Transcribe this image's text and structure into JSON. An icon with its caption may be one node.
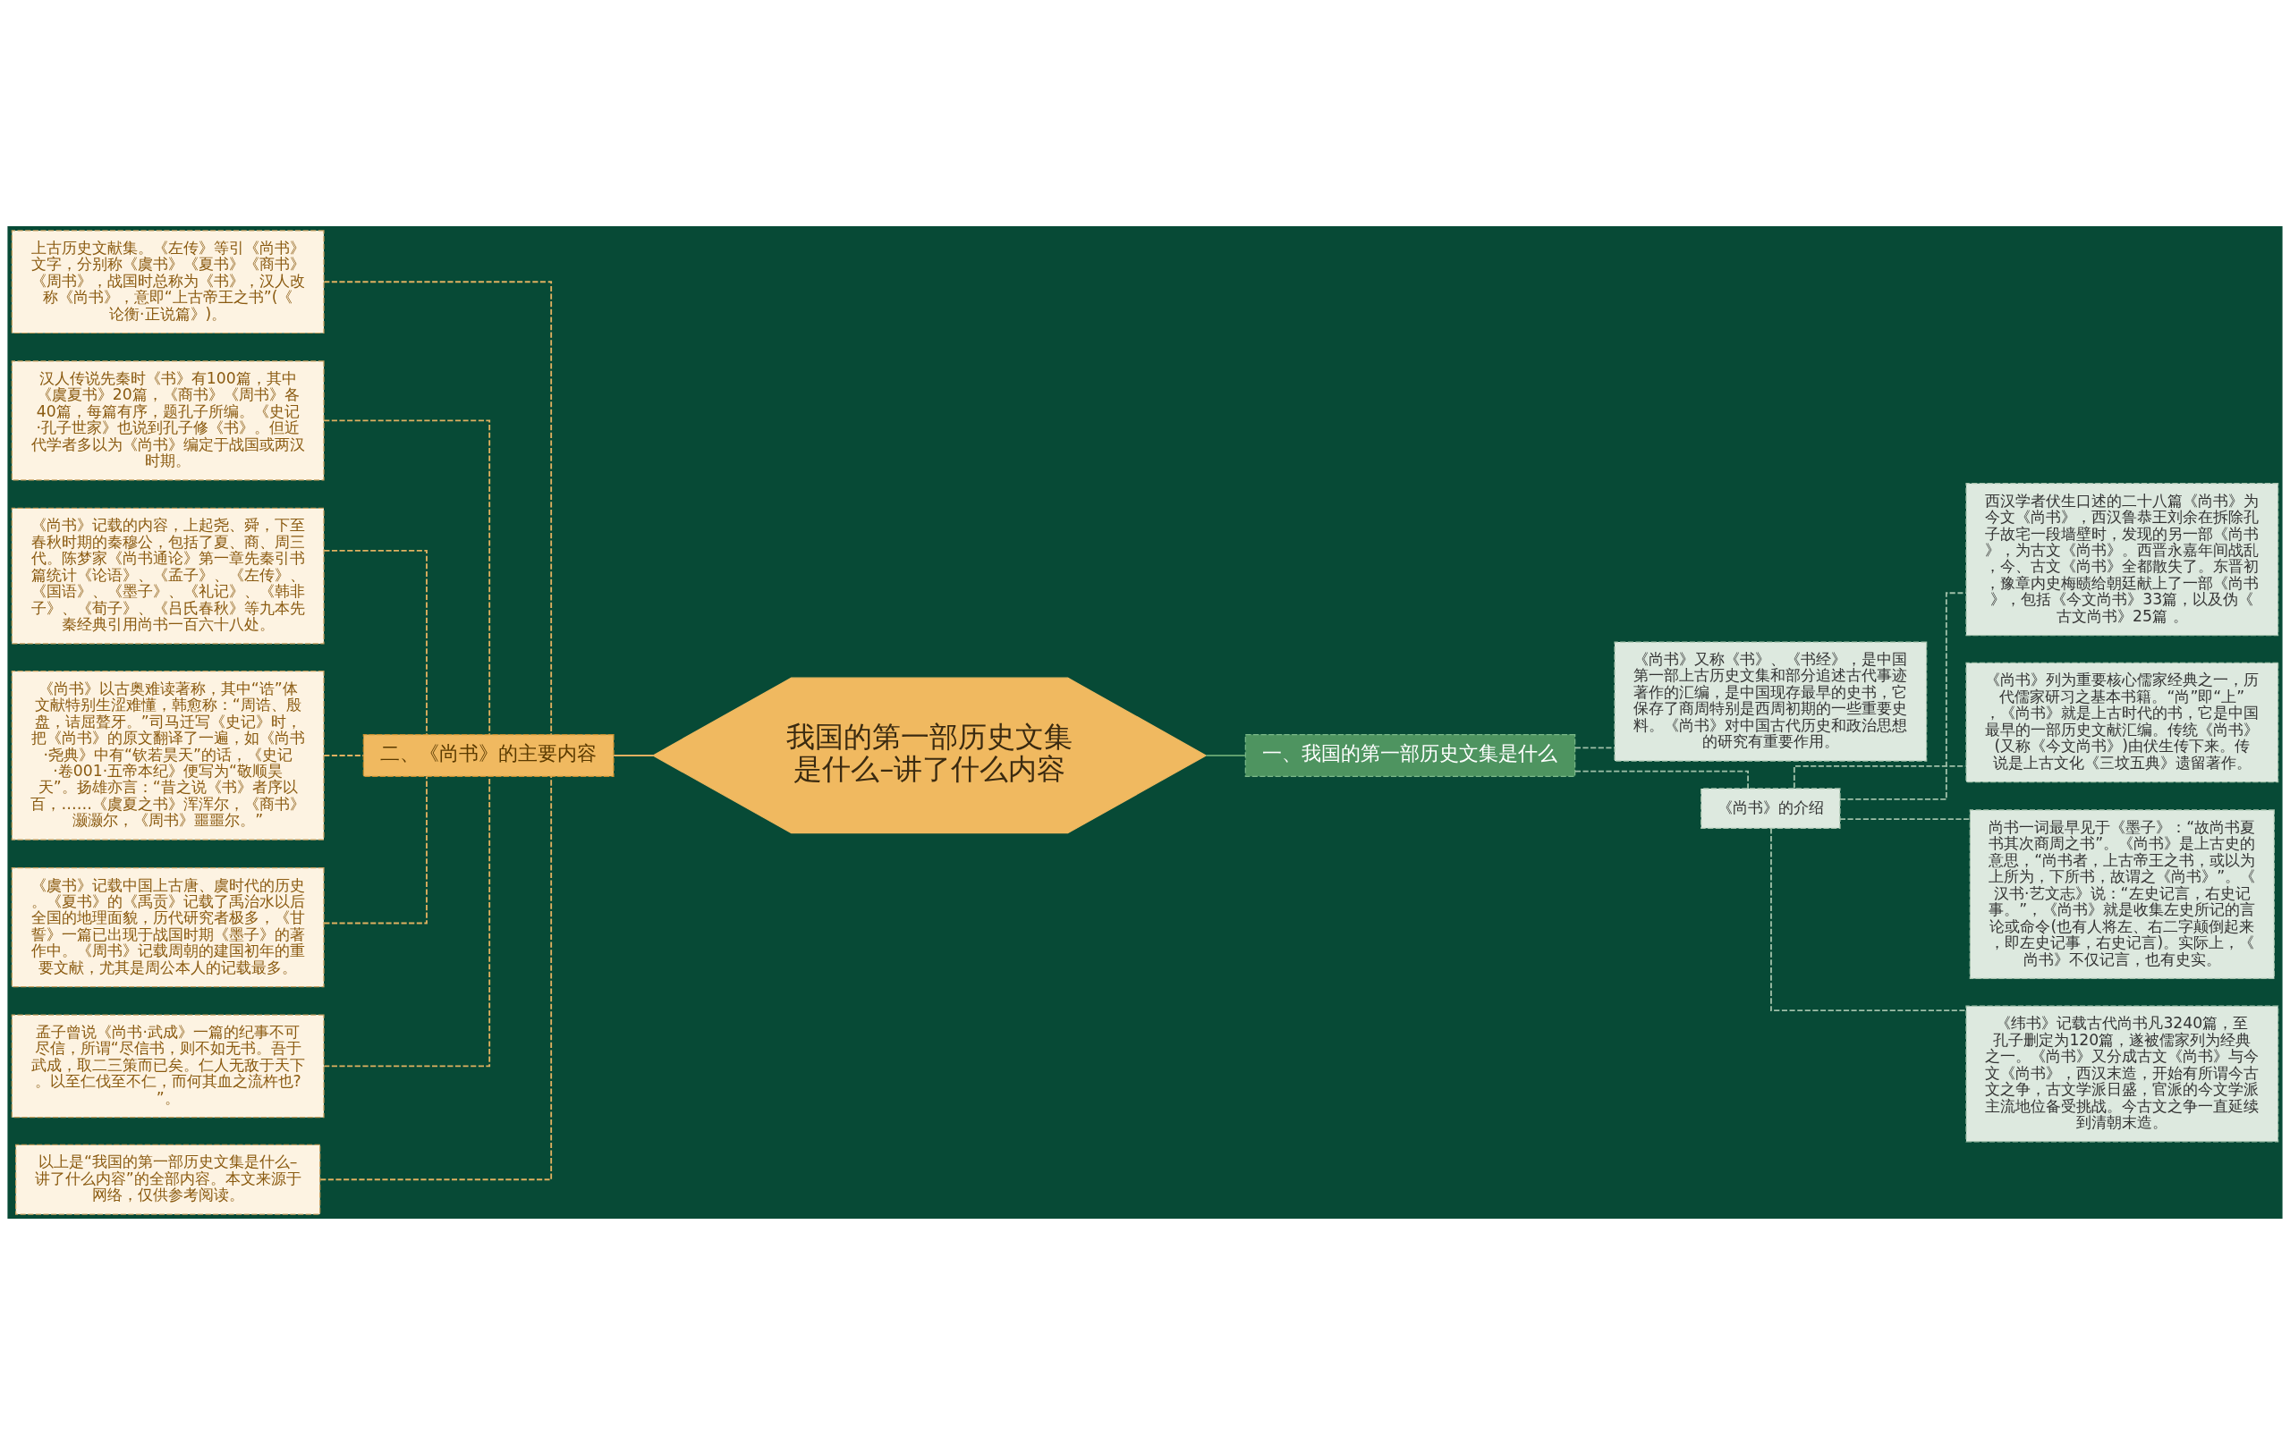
{
  "diagram": {
    "nodes": [
      {
        "text": [
          "我国的第一部历史文集是什么–讲了什么内容"
        ]
      },
      {
        "text": [
          "二、《尚书》的主要内容"
        ]
      },
      {
        "text": [
          "上古历史文献集。《左传》等引《尚书》文字，分别称《虞书》《夏书》《商书》《周书》，战国时总称为《书》，汉人改称《尚书》，意即“上古帝王之书”(《论衡·正说篇》)。"
        ]
      },
      {
        "text": [
          "汉人传说先秦时《书》有100篇，其中《虞夏书》20篇，《商书》《周书》各40篇，每篇有序，题孔子所编。《史记·孔子世家》也说到孔子修《书》。但近代学者多以为《尚书》编定于战国或两汉时期。"
        ]
      },
      {
        "text": [
          "《尚书》记载的内容，上起尧、舜，下至春秋时期的秦穆公，包括了夏、商、周三代。陈梦家《尚书通论》第一章先秦引书篇统计《论语》、《孟子》、《左传》、《国语》、《墨子》、《礼记》、《韩非子》、《荀子》、《吕氏春秋》等九本先秦经典引用尚书一百六十八处。"
        ]
      },
      {
        "text": [
          "《尚书》以古奥难读著称，其中“诰”体文献特别生涩难懂，韩愈称：“周诰、殷盘，诘屈聱牙。”司马迁写《史记》时，把《尚书》的原文翻译了一遍，如《尚书·尧典》中有“钦若昊天”的话，《史记·卷001·五帝本纪》便写为“敬顺昊天”。扬雄亦言：“昔之说《书》者序以百，……《虞夏之书》浑浑尔，《商书》灏灏尔，《周书》噩噩尔。”"
        ]
      },
      {
        "text": [
          "《虞书》记载中国上古唐、虞时代的历史。《夏书》的《禹贡》记载了禹治水以后全国的地理面貌，历代研究者极多，《甘誓》一篇已出现于战国时期《墨子》的著作中。《周书》记载周朝的建国初年的重要文献，尤其是周公本人的记载最多。"
        ]
      },
      {
        "text": [
          "孟子曾说《尚书·武成》一篇的纪事不可尽信，所谓“尽信书，则不如无书。吾于武成，取二三策而已矣。仁人无敌于天下。以至仁伐至不仁，而何其血之流杵也?”。"
        ]
      },
      {
        "text": [
          "以上是“我国的第一部历史文集是什么–讲了什么内容”的全部内容。本文来源于网络，仅供参考阅读。"
        ]
      },
      {
        "text": [
          "一、我国的第一部历史文集是什么"
        ]
      },
      {
        "text": [
          "《尚书》又称《书》、《书经》，是中国第一部上古历史文集和部分追述古代事迹著作的汇编，是中国现存最早的史书，它保存了商周特别是西周初期的一些重要史料。《尚书》对中国古代历史和政治思想的研究有重要作用。"
        ]
      },
      {
        "text": [
          "《尚书》的介绍"
        ]
      },
      {
        "text": [
          "西汉学者伏生口述的二十八篇《尚书》为今文《尚书》，西汉鲁恭王刘余在拆除孔子故宅一段墙壁时，发现的另一部《尚书》，为古文《尚书》。西晋永嘉年间战乱，今、古文《尚书》全都散失了。东晋初，豫章内史梅赜给朝廷献上了一部《尚书》，包括《今文尚书》33篇，以及伪《古文尚书》25篇 。"
        ]
      },
      {
        "text": [
          "《尚书》列为重要核心儒家经典之一，历代儒家研习之基本书籍。“尚”即“上”，《尚书》就是上古时代的书，它是中国最早的一部历史文献汇编。传统《尚书》(又称《今文尚书》)由伏生传下来。传说是上古文化《三坟五典》遗留著作。"
        ]
      },
      {
        "text": [
          "尚书一词最早见于《墨子》：“故尚书夏书其次商周之书”。《尚书》是上古史的意思，“尚书者，上古帝王之书，或以为上所为，下所书，故谓之《尚书》”。《汉书·艺文志》说：“左史记言，右史记事。”，《尚书》就是收集左史所记的言论或命令(也有人将左、右二字颠倒起来，即左史记事，右史记言)。实际上，《尚书》不仅记言，也有史实。"
        ]
      },
      {
        "text": [
          "《纬书》记载古代尚书凡3240篇，至孔子删定为120篇，遂被儒家列为经典之一。《尚书》又分成古文《尚书》与今文《尚书》，西汉末造，开始有所谓今古文之争，古文学派日盛，官派的今文学派主流地位备受挑战。今古文之争一直延续到清朝末造。"
        ]
      }
    ],
    "edges": [
      {
        "from": 0,
        "to": 1,
        "arrow": "none",
        "color": "#e0b060"
      },
      {
        "from": 1,
        "to": 2,
        "arrow": "none",
        "style": "dashed",
        "color": "#e0b060"
      },
      {
        "from": 1,
        "to": 3,
        "arrow": "none",
        "style": "dashed",
        "color": "#e0b060"
      },
      {
        "from": 1,
        "to": 4,
        "arrow": "none",
        "style": "dashed",
        "color": "#e0b060"
      },
      {
        "from": 1,
        "to": 5,
        "arrow": "none",
        "style": "dashed",
        "color": "#e0b060"
      },
      {
        "from": 1,
        "to": 6,
        "arrow": "none",
        "style": "dashed",
        "color": "#e0b060"
      },
      {
        "from": 1,
        "to": 7,
        "arrow": "none",
        "style": "dashed",
        "color": "#e0b060"
      },
      {
        "from": 1,
        "to": 8,
        "arrow": "none",
        "style": "dashed",
        "color": "#e0b060"
      },
      {
        "from": 0,
        "to": 9,
        "arrow": "none",
        "color": "#5f9f6e"
      },
      {
        "from": 9,
        "to": 10,
        "arrow": "none",
        "style": "dashed",
        "color": "#9fbfa8"
      },
      {
        "from": 9,
        "to": 11,
        "arrow": "none",
        "style": "dashed",
        "color": "#9fbfa8"
      },
      {
        "from": 11,
        "to": 12,
        "arrow": "none",
        "style": "dashed",
        "color": "#9fbfa8"
      },
      {
        "from": 11,
        "to": 13,
        "arrow": "none",
        "style": "dashed",
        "color": "#9fbfa8"
      },
      {
        "from": 11,
        "to": 14,
        "arrow": "none",
        "style": "dashed",
        "color": "#9fbfa8"
      },
      {
        "from": 11,
        "to": 15,
        "arrow": "none",
        "style": "dashed",
        "color": "#9fbfa8"
      }
    ]
  }
}
